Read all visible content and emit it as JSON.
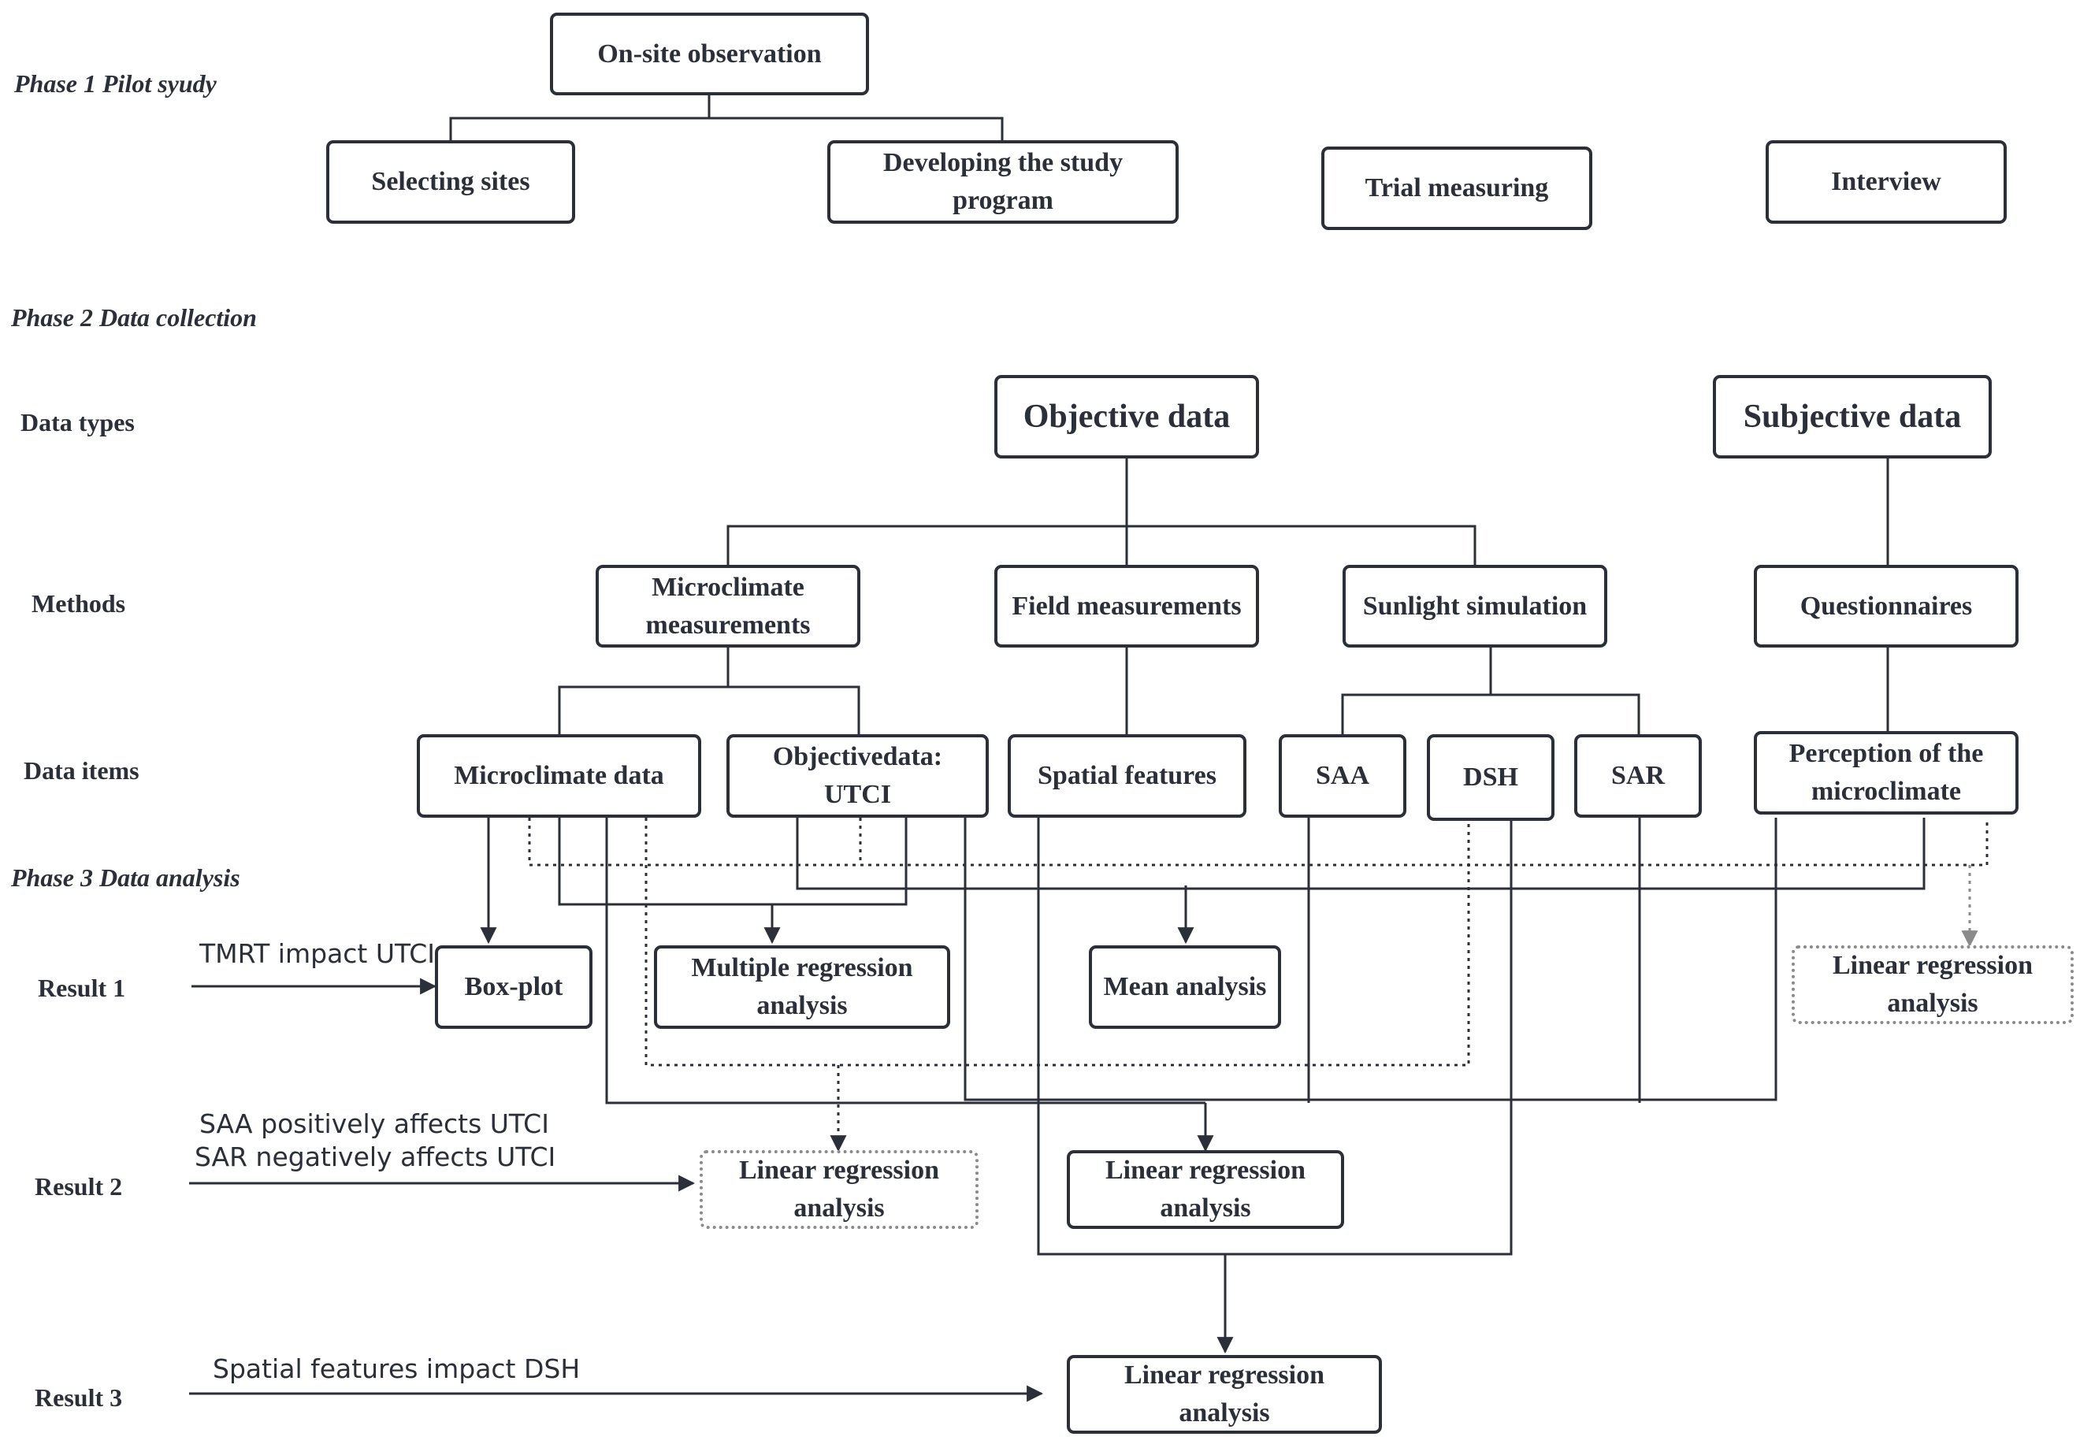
{
  "phases": {
    "phase1": "Phase 1 Pilot syudy",
    "phase2": "Phase 2 Data collection",
    "phase3": "Phase 3 Data analysis"
  },
  "row_labels": {
    "data_types": "Data types",
    "methods": "Methods",
    "data_items": "Data items",
    "result1": "Result 1",
    "result2": "Result 2",
    "result3": "Result 3"
  },
  "pilot": {
    "on_site": "On-site observation",
    "selecting_sites": "Selecting sites",
    "developing_program": "Developing the study program",
    "trial_measuring": "Trial measuring",
    "interview": "Interview"
  },
  "data_types": {
    "objective": "Objective data",
    "subjective": "Subjective data"
  },
  "methods": {
    "microclimate_measurements": "Microclimate measurements",
    "field_measurements": "Field measurements",
    "sunlight_simulation": "Sunlight simulation",
    "questionnaires": "Questionnaires"
  },
  "data_items": {
    "microclimate_data": "Microclimate data",
    "objective_utci": "Objectivedata: UTCI",
    "spatial_features": "Spatial features",
    "saa": "SAA",
    "dsh": "DSH",
    "sar": "SAR",
    "perception": "Perception of the microclimate"
  },
  "analysis": {
    "box_plot": "Box-plot",
    "multiple_regression": "Multiple regression analysis",
    "mean_analysis": "Mean analysis",
    "linear_regression_subjective": "Linear regression analysis",
    "linear_regression_result2_dotted": "Linear regression analysis",
    "linear_regression_result2": "Linear regression analysis",
    "linear_regression_result3": "Linear regression analysis"
  },
  "findings": {
    "result1": "TMRT impact UTCI",
    "result2_line1": "SAA positively affects UTCI",
    "result2_line2": "SAR negatively affects UTCI",
    "result3": "Spatial features impact DSH"
  },
  "colors": {
    "ink": "#2b2f3a",
    "dotted_gray": "#8a8a8a"
  }
}
